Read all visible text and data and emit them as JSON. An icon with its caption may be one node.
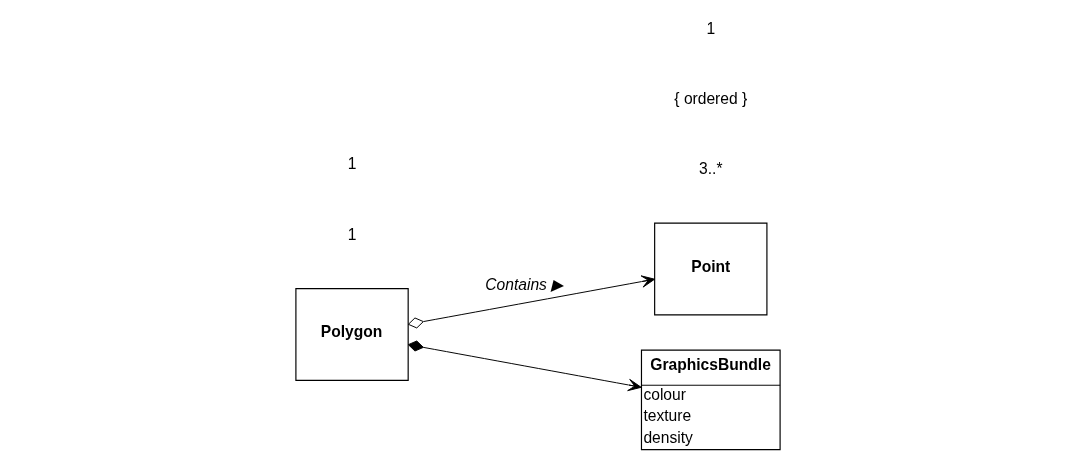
{
  "diagram": {
    "nodes": [
      {
        "text": [
          "Polygon"
        ]
      },
      {
        "text": [
          "Point"
        ]
      },
      {
        "text": [
          "GraphicsBundle",
          "colour",
          "texture",
          "density"
        ]
      }
    ],
    "edges": [
      {
        "from": 0,
        "to": 1,
        "arrow": "to",
        "label": "Contains ▶"
      },
      {
        "from": 0,
        "to": 2,
        "arrow": "to"
      }
    ],
    "labels": [
      "1",
      "3..*",
      "{ ordered }",
      "1",
      "1"
    ]
  }
}
